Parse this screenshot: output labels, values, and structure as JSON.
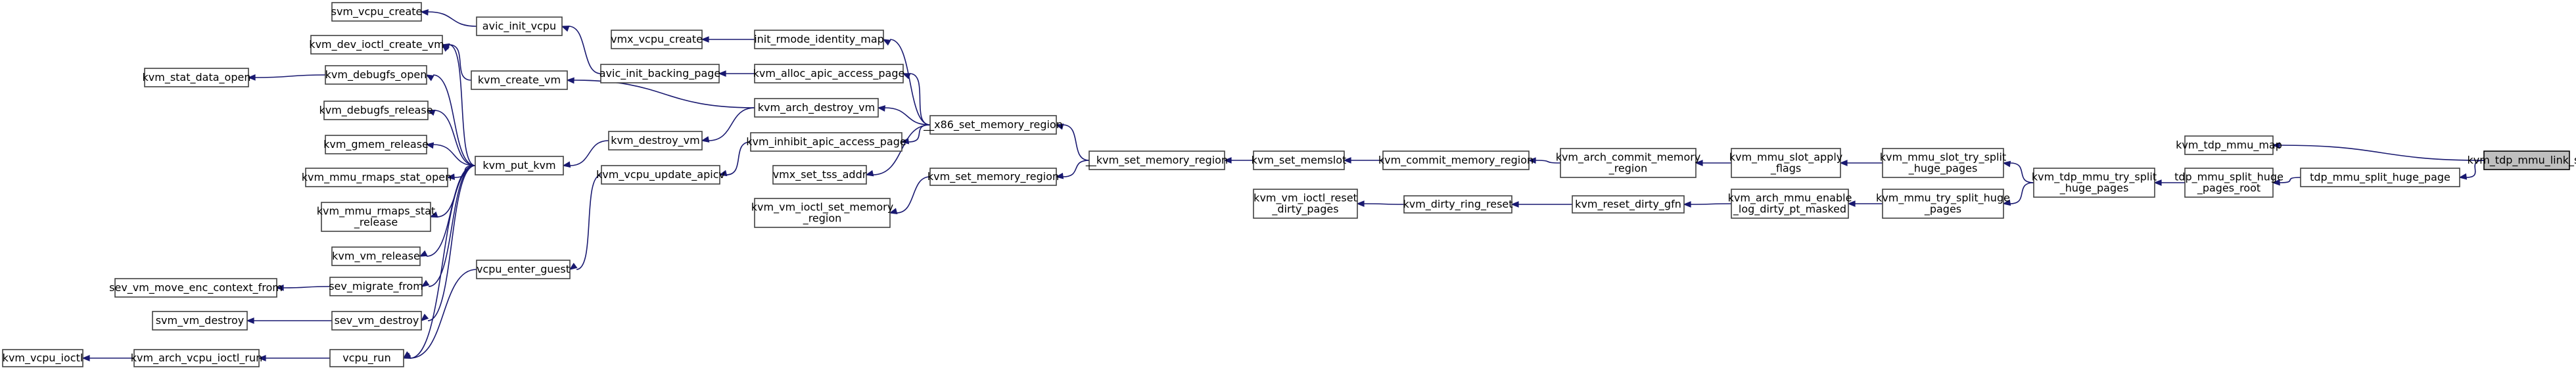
{
  "colors": {
    "edge": "#191970",
    "node_border": "#404040",
    "highlight_fill": "#bfbfbf",
    "background": "#ffffff"
  },
  "nodes": {
    "kvm_tdp_mmu_link_sp": [
      "kvm_tdp_mmu_link_sp"
    ],
    "kvm_tdp_mmu_map": [
      "kvm_tdp_mmu_map"
    ],
    "tdp_mmu_split_huge_page": [
      "tdp_mmu_split_huge_page"
    ],
    "tdp_mmu_split_huge_pages_root": [
      "tdp_mmu_split_huge",
      "_pages_root"
    ],
    "kvm_tdp_mmu_try_split_huge_pages": [
      "kvm_tdp_mmu_try_split",
      "_huge_pages"
    ],
    "kvm_mmu_slot_try_split_huge_pages": [
      "kvm_mmu_slot_try_split",
      "_huge_pages"
    ],
    "kvm_mmu_try_split_huge_pages": [
      "kvm_mmu_try_split_huge",
      "_pages"
    ],
    "kvm_mmu_slot_apply_flags": [
      "kvm_mmu_slot_apply",
      "_flags"
    ],
    "kvm_arch_mmu_enable_log_dirty_pt_masked": [
      "kvm_arch_mmu_enable",
      "_log_dirty_pt_masked"
    ],
    "kvm_arch_commit_memory_region": [
      "kvm_arch_commit_memory",
      "_region"
    ],
    "kvm_reset_dirty_gfn": [
      "kvm_reset_dirty_gfn"
    ],
    "kvm_commit_memory_region": [
      "kvm_commit_memory_region"
    ],
    "kvm_dirty_ring_reset": [
      "kvm_dirty_ring_reset"
    ],
    "kvm_vm_ioctl_reset_dirty_pages": [
      "kvm_vm_ioctl_reset",
      "_dirty_pages"
    ],
    "kvm_set_memslot": [
      "kvm_set_memslot"
    ],
    "__kvm_set_memory_region": [
      "__kvm_set_memory_region"
    ],
    "kvm_set_memory_region": [
      "kvm_set_memory_region"
    ],
    "kvm_vm_ioctl_set_memory_region": [
      "kvm_vm_ioctl_set_memory",
      "_region"
    ],
    "__x86_set_memory_region": [
      "__x86_set_memory_region"
    ],
    "init_rmode_identity_map": [
      "init_rmode_identity_map"
    ],
    "kvm_alloc_apic_access_page": [
      "kvm_alloc_apic_access_page"
    ],
    "kvm_arch_destroy_vm": [
      "kvm_arch_destroy_vm"
    ],
    "kvm_inhibit_apic_access_page": [
      "kvm_inhibit_apic_access_page"
    ],
    "vmx_set_tss_addr": [
      "vmx_set_tss_addr"
    ],
    "vmx_vcpu_create": [
      "vmx_vcpu_create"
    ],
    "avic_init_backing_page": [
      "avic_init_backing_page"
    ],
    "avic_init_vcpu": [
      "avic_init_vcpu"
    ],
    "svm_vcpu_create": [
      "svm_vcpu_create"
    ],
    "kvm_create_vm": [
      "kvm_create_vm"
    ],
    "kvm_dev_ioctl_create_vm": [
      "kvm_dev_ioctl_create_vm"
    ],
    "kvm_destroy_vm": [
      "kvm_destroy_vm"
    ],
    "kvm_put_kvm": [
      "kvm_put_kvm"
    ],
    "kvm_debugfs_open": [
      "kvm_debugfs_open"
    ],
    "kvm_stat_data_open": [
      "kvm_stat_data_open"
    ],
    "kvm_debugfs_release": [
      "kvm_debugfs_release"
    ],
    "kvm_gmem_release": [
      "kvm_gmem_release"
    ],
    "kvm_mmu_rmaps_stat_open": [
      "kvm_mmu_rmaps_stat_open"
    ],
    "kvm_mmu_rmaps_stat_release": [
      "kvm_mmu_rmaps_stat",
      "_release"
    ],
    "kvm_vm_release": [
      "kvm_vm_release"
    ],
    "sev_migrate_from": [
      "sev_migrate_from"
    ],
    "sev_vm_move_enc_context_from": [
      "sev_vm_move_enc_context_from"
    ],
    "sev_vm_destroy": [
      "sev_vm_destroy"
    ],
    "svm_vm_destroy": [
      "svm_vm_destroy"
    ],
    "kvm_vcpu_update_apicv": [
      "kvm_vcpu_update_apicv"
    ],
    "vcpu_enter_guest": [
      "vcpu_enter_guest"
    ],
    "vcpu_run": [
      "vcpu_run"
    ],
    "kvm_arch_vcpu_ioctl_run": [
      "kvm_arch_vcpu_ioctl_run"
    ],
    "kvm_vcpu_ioctl": [
      "kvm_vcpu_ioctl"
    ]
  },
  "edges": [
    [
      "kvm_tdp_mmu_map",
      "kvm_tdp_mmu_link_sp"
    ],
    [
      "tdp_mmu_split_huge_page",
      "kvm_tdp_mmu_link_sp"
    ],
    [
      "tdp_mmu_split_huge_pages_root",
      "tdp_mmu_split_huge_page"
    ],
    [
      "kvm_tdp_mmu_try_split_huge_pages",
      "tdp_mmu_split_huge_pages_root"
    ],
    [
      "kvm_mmu_slot_try_split_huge_pages",
      "kvm_tdp_mmu_try_split_huge_pages"
    ],
    [
      "kvm_mmu_try_split_huge_pages",
      "kvm_tdp_mmu_try_split_huge_pages"
    ],
    [
      "kvm_mmu_slot_apply_flags",
      "kvm_mmu_slot_try_split_huge_pages"
    ],
    [
      "kvm_arch_mmu_enable_log_dirty_pt_masked",
      "kvm_mmu_try_split_huge_pages"
    ],
    [
      "kvm_arch_commit_memory_region",
      "kvm_mmu_slot_apply_flags"
    ],
    [
      "kvm_reset_dirty_gfn",
      "kvm_arch_mmu_enable_log_dirty_pt_masked"
    ],
    [
      "kvm_commit_memory_region",
      "kvm_arch_commit_memory_region"
    ],
    [
      "kvm_dirty_ring_reset",
      "kvm_reset_dirty_gfn"
    ],
    [
      "kvm_vm_ioctl_reset_dirty_pages",
      "kvm_dirty_ring_reset"
    ],
    [
      "kvm_set_memslot",
      "kvm_commit_memory_region"
    ],
    [
      "__kvm_set_memory_region",
      "kvm_set_memslot"
    ],
    [
      "kvm_set_memory_region",
      "__kvm_set_memory_region"
    ],
    [
      "__x86_set_memory_region",
      "__kvm_set_memory_region"
    ],
    [
      "kvm_vm_ioctl_set_memory_region",
      "kvm_set_memory_region"
    ],
    [
      "init_rmode_identity_map",
      "__x86_set_memory_region"
    ],
    [
      "kvm_alloc_apic_access_page",
      "__x86_set_memory_region"
    ],
    [
      "kvm_arch_destroy_vm",
      "__x86_set_memory_region"
    ],
    [
      "kvm_inhibit_apic_access_page",
      "__x86_set_memory_region"
    ],
    [
      "vmx_set_tss_addr",
      "__x86_set_memory_region"
    ],
    [
      "vmx_vcpu_create",
      "init_rmode_identity_map"
    ],
    [
      "avic_init_backing_page",
      "kvm_alloc_apic_access_page"
    ],
    [
      "avic_init_vcpu",
      "avic_init_backing_page"
    ],
    [
      "svm_vcpu_create",
      "avic_init_vcpu"
    ],
    [
      "kvm_create_vm",
      "kvm_arch_destroy_vm"
    ],
    [
      "kvm_destroy_vm",
      "kvm_arch_destroy_vm"
    ],
    [
      "kvm_dev_ioctl_create_vm",
      "kvm_create_vm"
    ],
    [
      "kvm_put_kvm",
      "kvm_destroy_vm"
    ],
    [
      "kvm_vcpu_update_apicv",
      "kvm_inhibit_apic_access_page"
    ],
    [
      "vcpu_enter_guest",
      "kvm_vcpu_update_apicv"
    ],
    [
      "vcpu_run",
      "vcpu_enter_guest"
    ],
    [
      "kvm_arch_vcpu_ioctl_run",
      "vcpu_run"
    ],
    [
      "kvm_vcpu_ioctl",
      "kvm_arch_vcpu_ioctl_run"
    ],
    [
      "kvm_dev_ioctl_create_vm",
      "kvm_put_kvm"
    ],
    [
      "kvm_debugfs_open",
      "kvm_put_kvm"
    ],
    [
      "kvm_debugfs_release",
      "kvm_put_kvm"
    ],
    [
      "kvm_gmem_release",
      "kvm_put_kvm"
    ],
    [
      "kvm_mmu_rmaps_stat_open",
      "kvm_put_kvm"
    ],
    [
      "kvm_mmu_rmaps_stat_release",
      "kvm_put_kvm"
    ],
    [
      "kvm_vm_release",
      "kvm_put_kvm"
    ],
    [
      "sev_migrate_from",
      "kvm_put_kvm"
    ],
    [
      "sev_vm_destroy",
      "kvm_put_kvm"
    ],
    [
      "vcpu_run",
      "kvm_put_kvm"
    ],
    [
      "kvm_stat_data_open",
      "kvm_debugfs_open"
    ],
    [
      "sev_vm_move_enc_context_from",
      "sev_migrate_from"
    ],
    [
      "svm_vm_destroy",
      "sev_vm_destroy"
    ]
  ]
}
